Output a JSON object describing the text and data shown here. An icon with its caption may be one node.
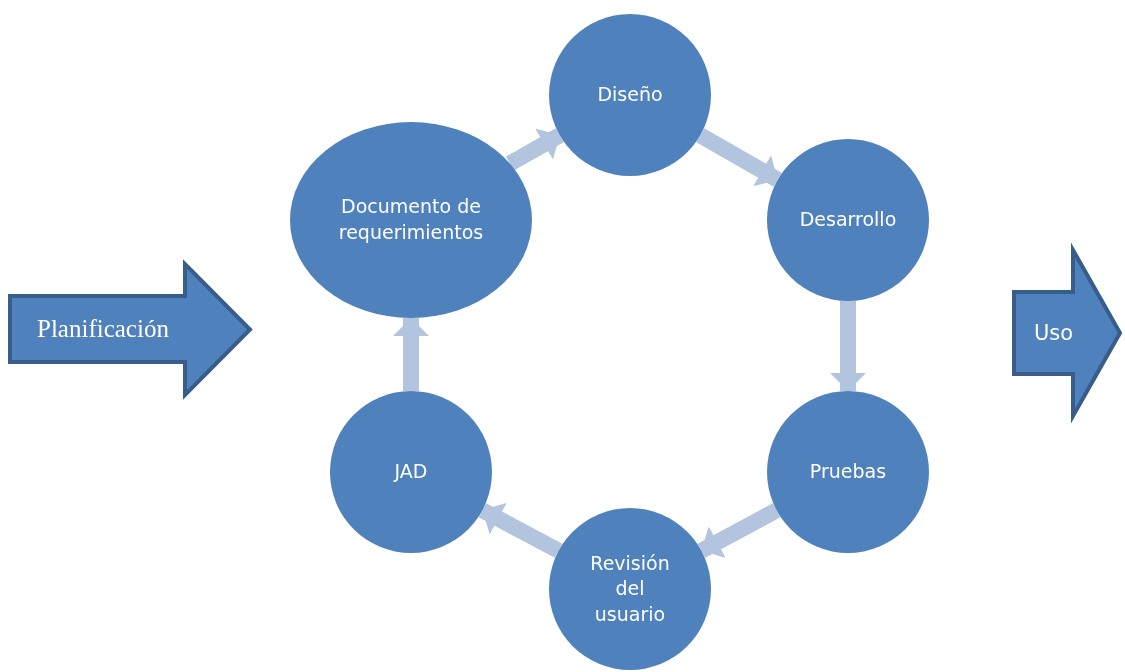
{
  "diagram": {
    "nodes": [
      {
        "text": [
          "Planificación"
        ]
      },
      {
        "text": [
          "Documento de requerimientos"
        ]
      },
      {
        "text": [
          "Diseño"
        ]
      },
      {
        "text": [
          "Desarrollo"
        ]
      },
      {
        "text": [
          "Pruebas"
        ]
      },
      {
        "text": [
          "Revisión del usuario"
        ]
      },
      {
        "text": [
          "JAD"
        ]
      },
      {
        "text": [
          "Uso"
        ]
      }
    ],
    "edges": [
      {
        "from": 1,
        "to": 2,
        "arrow": "to"
      },
      {
        "from": 2,
        "to": 3,
        "arrow": "to"
      },
      {
        "from": 3,
        "to": 4,
        "arrow": "to"
      },
      {
        "from": 4,
        "to": 5,
        "arrow": "to"
      },
      {
        "from": 5,
        "to": 6,
        "arrow": "to"
      },
      {
        "from": 6,
        "to": 1,
        "arrow": "to"
      }
    ]
  }
}
